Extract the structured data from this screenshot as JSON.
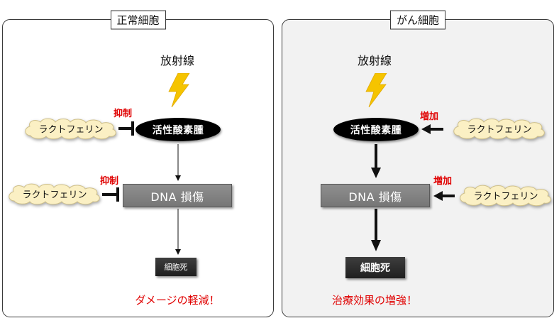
{
  "normal": {
    "title": "正常細胞",
    "radiation": "放射線",
    "ros": "活性酸素腫",
    "dna": "DNA 損傷",
    "death": "細胞死",
    "lactoferrin_1": "ラクトフェリン",
    "lactoferrin_2": "ラクトフェリン",
    "effect_1": "抑制",
    "effect_2": "抑制",
    "conclusion": "ダメージの軽減！"
  },
  "cancer": {
    "title": "がん細胞",
    "radiation": "放射線",
    "ros": "活性酸素腫",
    "dna": "DNA 損傷",
    "death": "細胞死",
    "lactoferrin_1": "ラクトフェリン",
    "lactoferrin_2": "ラクトフェリン",
    "effect_1": "増加",
    "effect_2": "増加",
    "conclusion": "治療効果の増強！"
  },
  "colors": {
    "conclusion": "#e00000",
    "effect_label": "#e00000",
    "cloud_fill": "#fbf0c4",
    "lightning": "#f5c400",
    "cancer_panel_bg": "#f2f2f2"
  },
  "icons": {
    "radiation": "lightning-bolt-icon",
    "lactoferrin": "cloud-shape"
  }
}
